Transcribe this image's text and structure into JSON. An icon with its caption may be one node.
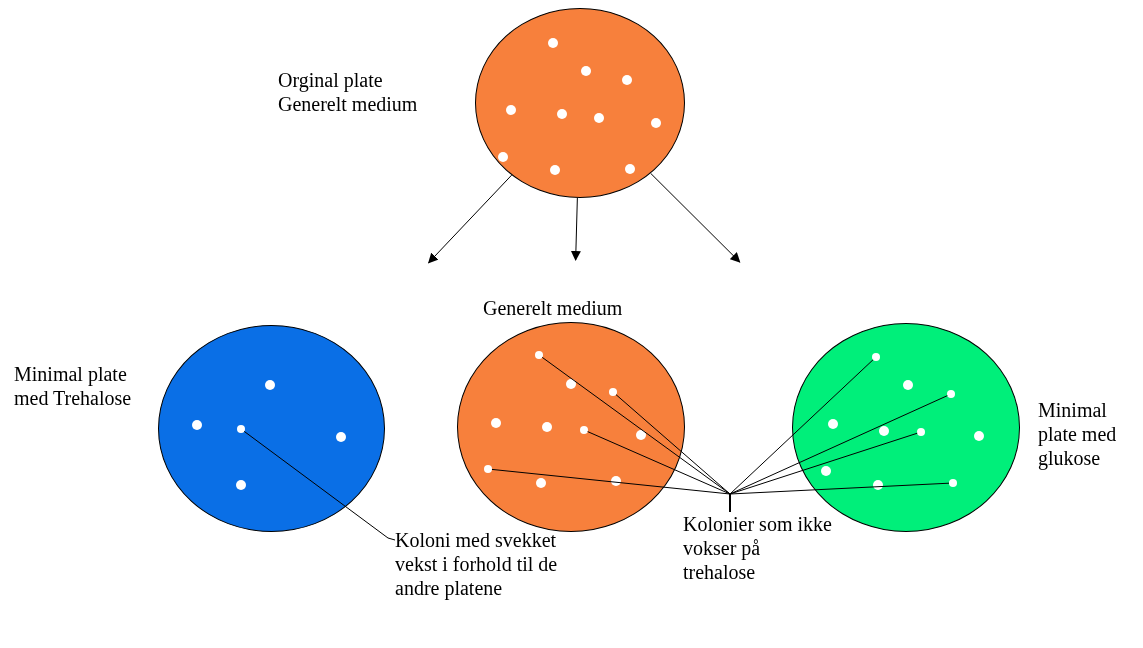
{
  "diagram": {
    "nodes": [
      {
        "text": [],
        "shape": "circle",
        "beside": [
          "Orginal plate Generelt medium"
        ]
      },
      {
        "text": [],
        "shape": "circle",
        "beside": [
          "Minimal plate med Trehalose"
        ]
      },
      {
        "text": [],
        "shape": "circle",
        "beside": [
          "Generelt medium"
        ]
      },
      {
        "text": [],
        "shape": "circle",
        "beside": [
          "Minimal plate med glukose"
        ]
      },
      {
        "text": [
          "Koloni med svekket vekst i forhold til de andre platene"
        ]
      },
      {
        "text": [
          "Kolonier som ikke vokser på trehalose"
        ]
      },
      {
        "text": [],
        "shape": "circle",
        "in": 1
      },
      {
        "text": [],
        "shape": "circle",
        "in": 2
      },
      {
        "text": [],
        "shape": "circle",
        "in": 2
      },
      {
        "text": [],
        "shape": "circle",
        "in": 2
      },
      {
        "text": [],
        "shape": "circle",
        "in": 2
      },
      {
        "text": [],
        "shape": "circle",
        "in": 3
      },
      {
        "text": [],
        "shape": "circle",
        "in": 3
      },
      {
        "text": [],
        "shape": "circle",
        "in": 3
      },
      {
        "text": [],
        "shape": "circle",
        "in": 3
      }
    ],
    "edges": [
      {
        "from": 0,
        "to": 1,
        "arrow": "to"
      },
      {
        "from": 0,
        "to": 2,
        "arrow": "to"
      },
      {
        "from": 0,
        "to": 3,
        "arrow": "to"
      },
      {
        "from": 4,
        "to": 6,
        "arrow": "none"
      },
      {
        "from": 5,
        "to": 7,
        "arrow": "none"
      },
      {
        "from": 5,
        "to": 8,
        "arrow": "none"
      },
      {
        "from": 5,
        "to": 9,
        "arrow": "none"
      },
      {
        "from": 5,
        "to": 10,
        "arrow": "none"
      },
      {
        "from": 5,
        "to": 11,
        "arrow": "none"
      },
      {
        "from": 5,
        "to": 12,
        "arrow": "none"
      },
      {
        "from": 5,
        "to": 13,
        "arrow": "none"
      },
      {
        "from": 5,
        "to": 14,
        "arrow": "none"
      }
    ]
  }
}
